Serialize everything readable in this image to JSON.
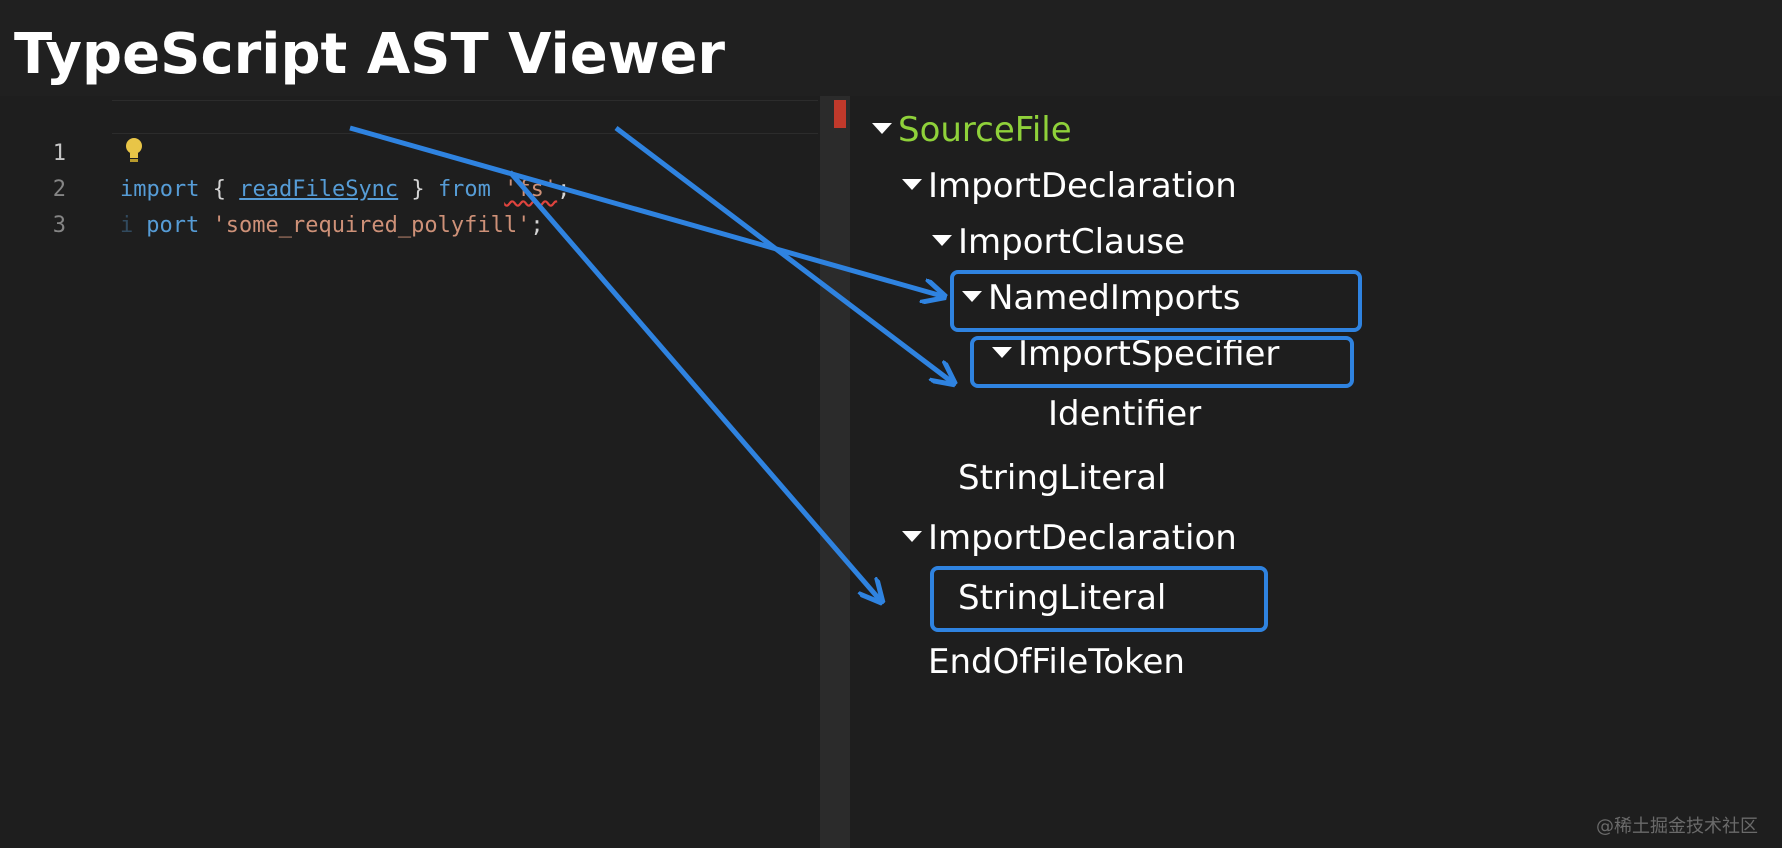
{
  "title": "TypeScript AST Viewer",
  "editor": {
    "lines": [
      {
        "number": "1"
      },
      {
        "number": "2"
      },
      {
        "number": "3"
      }
    ],
    "line1": {
      "kw_import": "import",
      "brace_open": " { ",
      "identifier": "readFileSync",
      "brace_close": " } ",
      "kw_from": "from",
      "space": " ",
      "module": "'fs'",
      "semi": ";"
    },
    "line2": {
      "kw_prefix": "i",
      "kw_rest": "port",
      "space": " ",
      "module": "'some_required_polyfill'",
      "semi": ";"
    }
  },
  "tree": {
    "nodes": [
      {
        "label": "SourceFile"
      },
      {
        "label": "ImportDeclaration"
      },
      {
        "label": "ImportClause"
      },
      {
        "label": "NamedImports"
      },
      {
        "label": "ImportSpecifier"
      },
      {
        "label": "Identifier"
      },
      {
        "label": "StringLiteral"
      },
      {
        "label": "ImportDeclaration"
      },
      {
        "label": "StringLiteral"
      },
      {
        "label": "EndOfFileToken"
      }
    ]
  },
  "colors": {
    "background": "#1e1e1e",
    "root_node": "#8fd13a",
    "highlight": "#2f83e0",
    "keyword": "#569cd6",
    "string": "#ce9178"
  },
  "watermark": "@稀土掘金技术社区"
}
